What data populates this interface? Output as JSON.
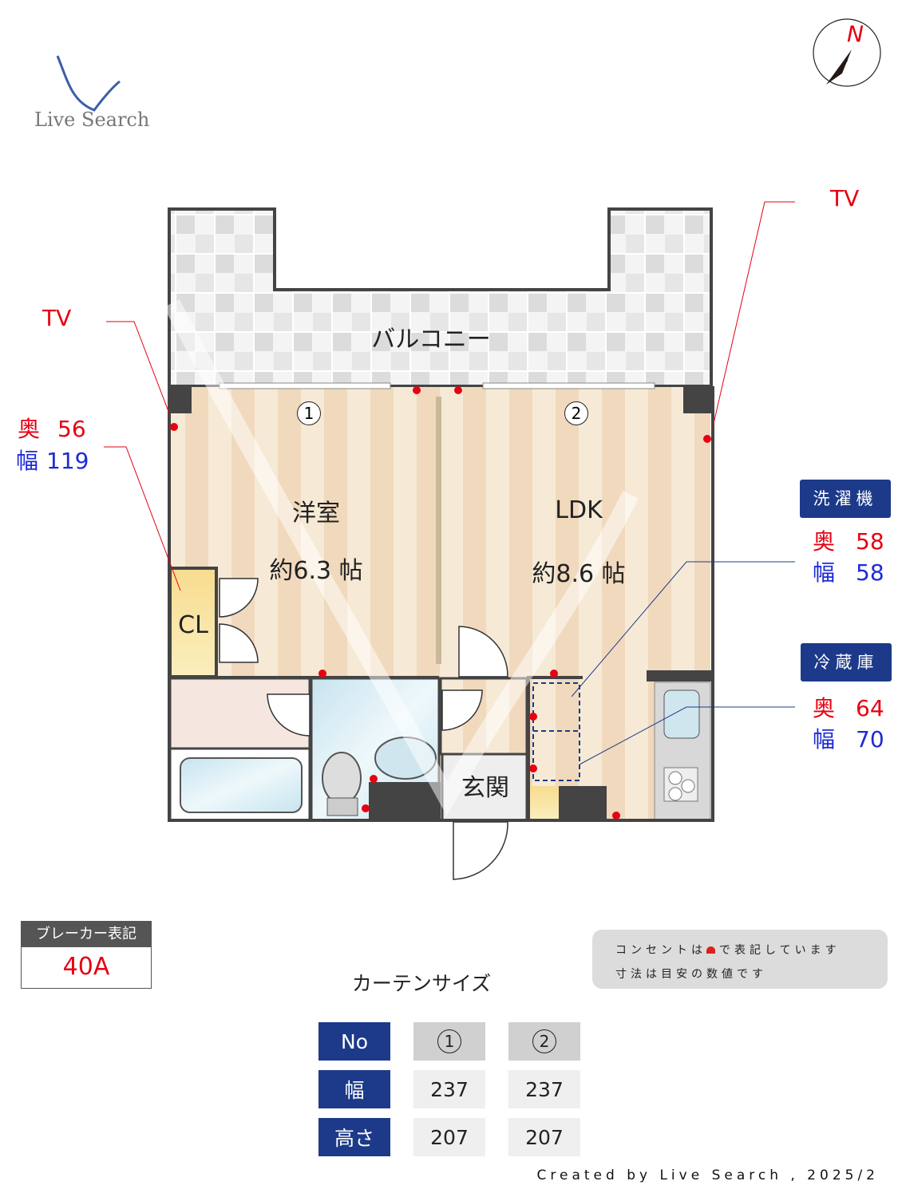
{
  "logo": {
    "text": "Live Search"
  },
  "compass": {
    "label": "N"
  },
  "rooms": {
    "balcony": "バルコニー",
    "western": {
      "name": "洋室",
      "size": "約6.3 帖",
      "window": "1"
    },
    "ldk": {
      "name": "LDK",
      "size": "約8.6 帖",
      "window": "2"
    },
    "closet": "CL",
    "entrance": "玄関"
  },
  "annotations": {
    "tv_left": "TV",
    "tv_right": "TV",
    "closet_depth": {
      "label": "奥",
      "value": "56"
    },
    "closet_width": {
      "label": "幅",
      "value": "119"
    },
    "washer": {
      "title": "洗濯機",
      "depth_label": "奥",
      "depth": "58",
      "width_label": "幅",
      "width": "58"
    },
    "fridge": {
      "title": "冷蔵庫",
      "depth_label": "奥",
      "depth": "64",
      "width_label": "幅",
      "width": "70"
    }
  },
  "breaker": {
    "title": "ブレーカー表記",
    "value": "40A"
  },
  "notes": {
    "line1_a": "コンセントは",
    "line1_b": "で表記しています",
    "line2": "寸法は目安の数値です"
  },
  "curtain": {
    "title": "カーテンサイズ",
    "headers": [
      "No",
      "1",
      "2"
    ],
    "rows": [
      {
        "label": "幅",
        "values": [
          "237",
          "237"
        ]
      },
      {
        "label": "高さ",
        "values": [
          "207",
          "207"
        ]
      }
    ]
  },
  "footer": "Created by Live Search , 2025/2",
  "colors": {
    "accent": "#1d3a8a",
    "outlet": "#e60012",
    "floor_light": "#f6ead6",
    "floor_dark": "#f0d9bd",
    "wall": "#444444"
  }
}
